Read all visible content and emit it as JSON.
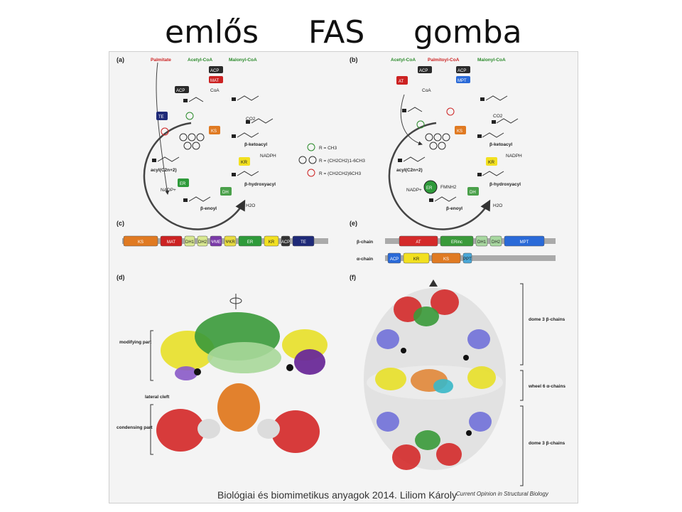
{
  "titles": {
    "left": "emlős",
    "center": "FAS",
    "right": "gomba"
  },
  "footer": "Biológiai és biomimetikus anyagok 2014. Liliom Károly",
  "credit": "Current Opinion in Structural Biology",
  "panels": {
    "a": {
      "label": "(a)",
      "substrates": [
        "Palmitate",
        "Acetyl-CoA",
        "Malonyl-CoA"
      ],
      "domains": [
        "ACP",
        "MAT",
        "TE",
        "KS",
        "KR",
        "DH",
        "ER"
      ],
      "intermediates": [
        "β-ketoacyl",
        "β-hydroxyacyl",
        "β-enoyl",
        "acyl(C2n+2)"
      ],
      "cofactors": [
        "NADPH",
        "NADP+",
        "CO2",
        "H2O",
        "CoA"
      ],
      "legend": [
        "R = CH3",
        "R = (CH2CH2)1-6CH3",
        "R = (CH2CH2)6CH3"
      ]
    },
    "b": {
      "label": "(b)",
      "substrates": [
        "Acetyl-CoA",
        "Palmitoyl-CoA",
        "Malonyl-CoA"
      ],
      "domains": [
        "ACP",
        "AT",
        "MPT",
        "KS",
        "KR",
        "DH",
        "ER"
      ],
      "cofactors": [
        "FMNH2",
        "NADPH",
        "NADP+",
        "CO2",
        "H2O",
        "CoA"
      ]
    },
    "c": {
      "label": "(c)",
      "track": [
        {
          "name": "KS",
          "color": "#e07a22"
        },
        {
          "name": "MAT",
          "color": "#cc2222"
        },
        {
          "name": "DH1",
          "color": "#d8e890"
        },
        {
          "name": "DH2",
          "color": "#d8e890"
        },
        {
          "name": "ΨME",
          "color": "#7a3aa8"
        },
        {
          "name": "ΨKR",
          "color": "#e8dc40"
        },
        {
          "name": "ER",
          "color": "#2e9a3a"
        },
        {
          "name": "KR",
          "color": "#f2e020"
        },
        {
          "name": "ACP",
          "color": "#333333"
        },
        {
          "name": "TE",
          "color": "#1f2a78"
        }
      ]
    },
    "e": {
      "label": "(e)",
      "beta_label": "β-chain",
      "alpha_label": "α-chain",
      "beta": [
        {
          "name": "AT",
          "color": "#d42a2a"
        },
        {
          "name": "ERinc",
          "color": "#3a9a3a"
        },
        {
          "name": "DH1",
          "color": "#a8d8a0"
        },
        {
          "name": "DH2",
          "color": "#a8d8a0"
        },
        {
          "name": "MPT",
          "color": "#2a6ad8"
        }
      ],
      "alpha": [
        {
          "name": "ACP",
          "color": "#2a6ad8"
        },
        {
          "name": "KR",
          "color": "#f2e020"
        },
        {
          "name": "KS",
          "color": "#e07a22"
        },
        {
          "name": "PPT",
          "color": "#4aa8d8"
        }
      ]
    },
    "d": {
      "label": "(d)",
      "modifying": "modifying part",
      "cleft": "lateral cleft",
      "condensing": "condensing part"
    },
    "f": {
      "label": "(f)",
      "dome_top": "dome 3 β-chains",
      "wheel": "wheel 6 α-chains",
      "dome_bottom": "dome 3 β-chains"
    }
  }
}
